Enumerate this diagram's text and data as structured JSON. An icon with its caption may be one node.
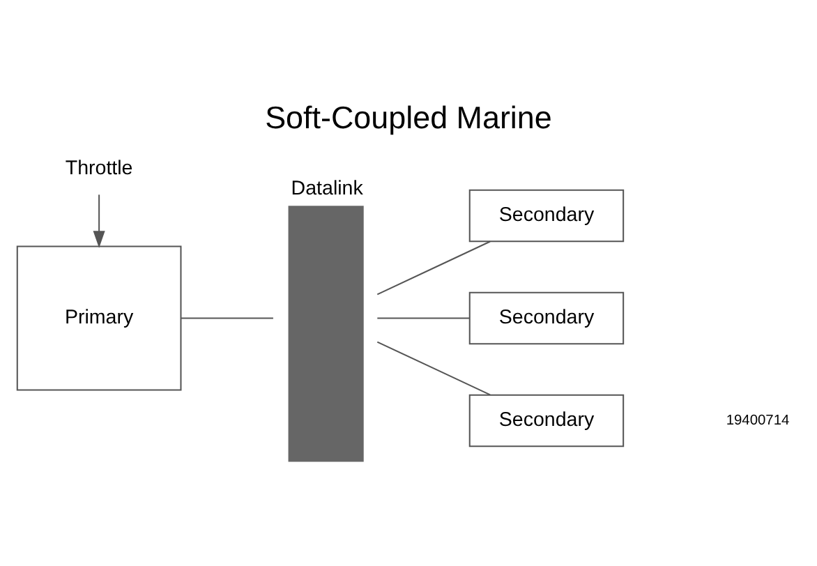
{
  "diagram": {
    "title": "Soft-Coupled Marine",
    "nodes": [
      {
        "text": [
          "Throttle"
        ]
      },
      {
        "text": [
          "Primary"
        ]
      },
      {
        "text": [
          "Datalink"
        ]
      },
      {
        "text": [
          "Secondary"
        ]
      },
      {
        "text": [
          "Secondary"
        ]
      },
      {
        "text": [
          "Secondary"
        ]
      }
    ],
    "edges": [
      {
        "from": 0,
        "to": 1,
        "arrow": "to"
      },
      {
        "from": 1,
        "to": 2,
        "arrow": "none"
      },
      {
        "from": 2,
        "to": 3,
        "arrow": "none"
      },
      {
        "from": 2,
        "to": 4,
        "arrow": "none"
      },
      {
        "from": 2,
        "to": 5,
        "arrow": "none"
      }
    ],
    "labels": [
      "19400714"
    ]
  }
}
